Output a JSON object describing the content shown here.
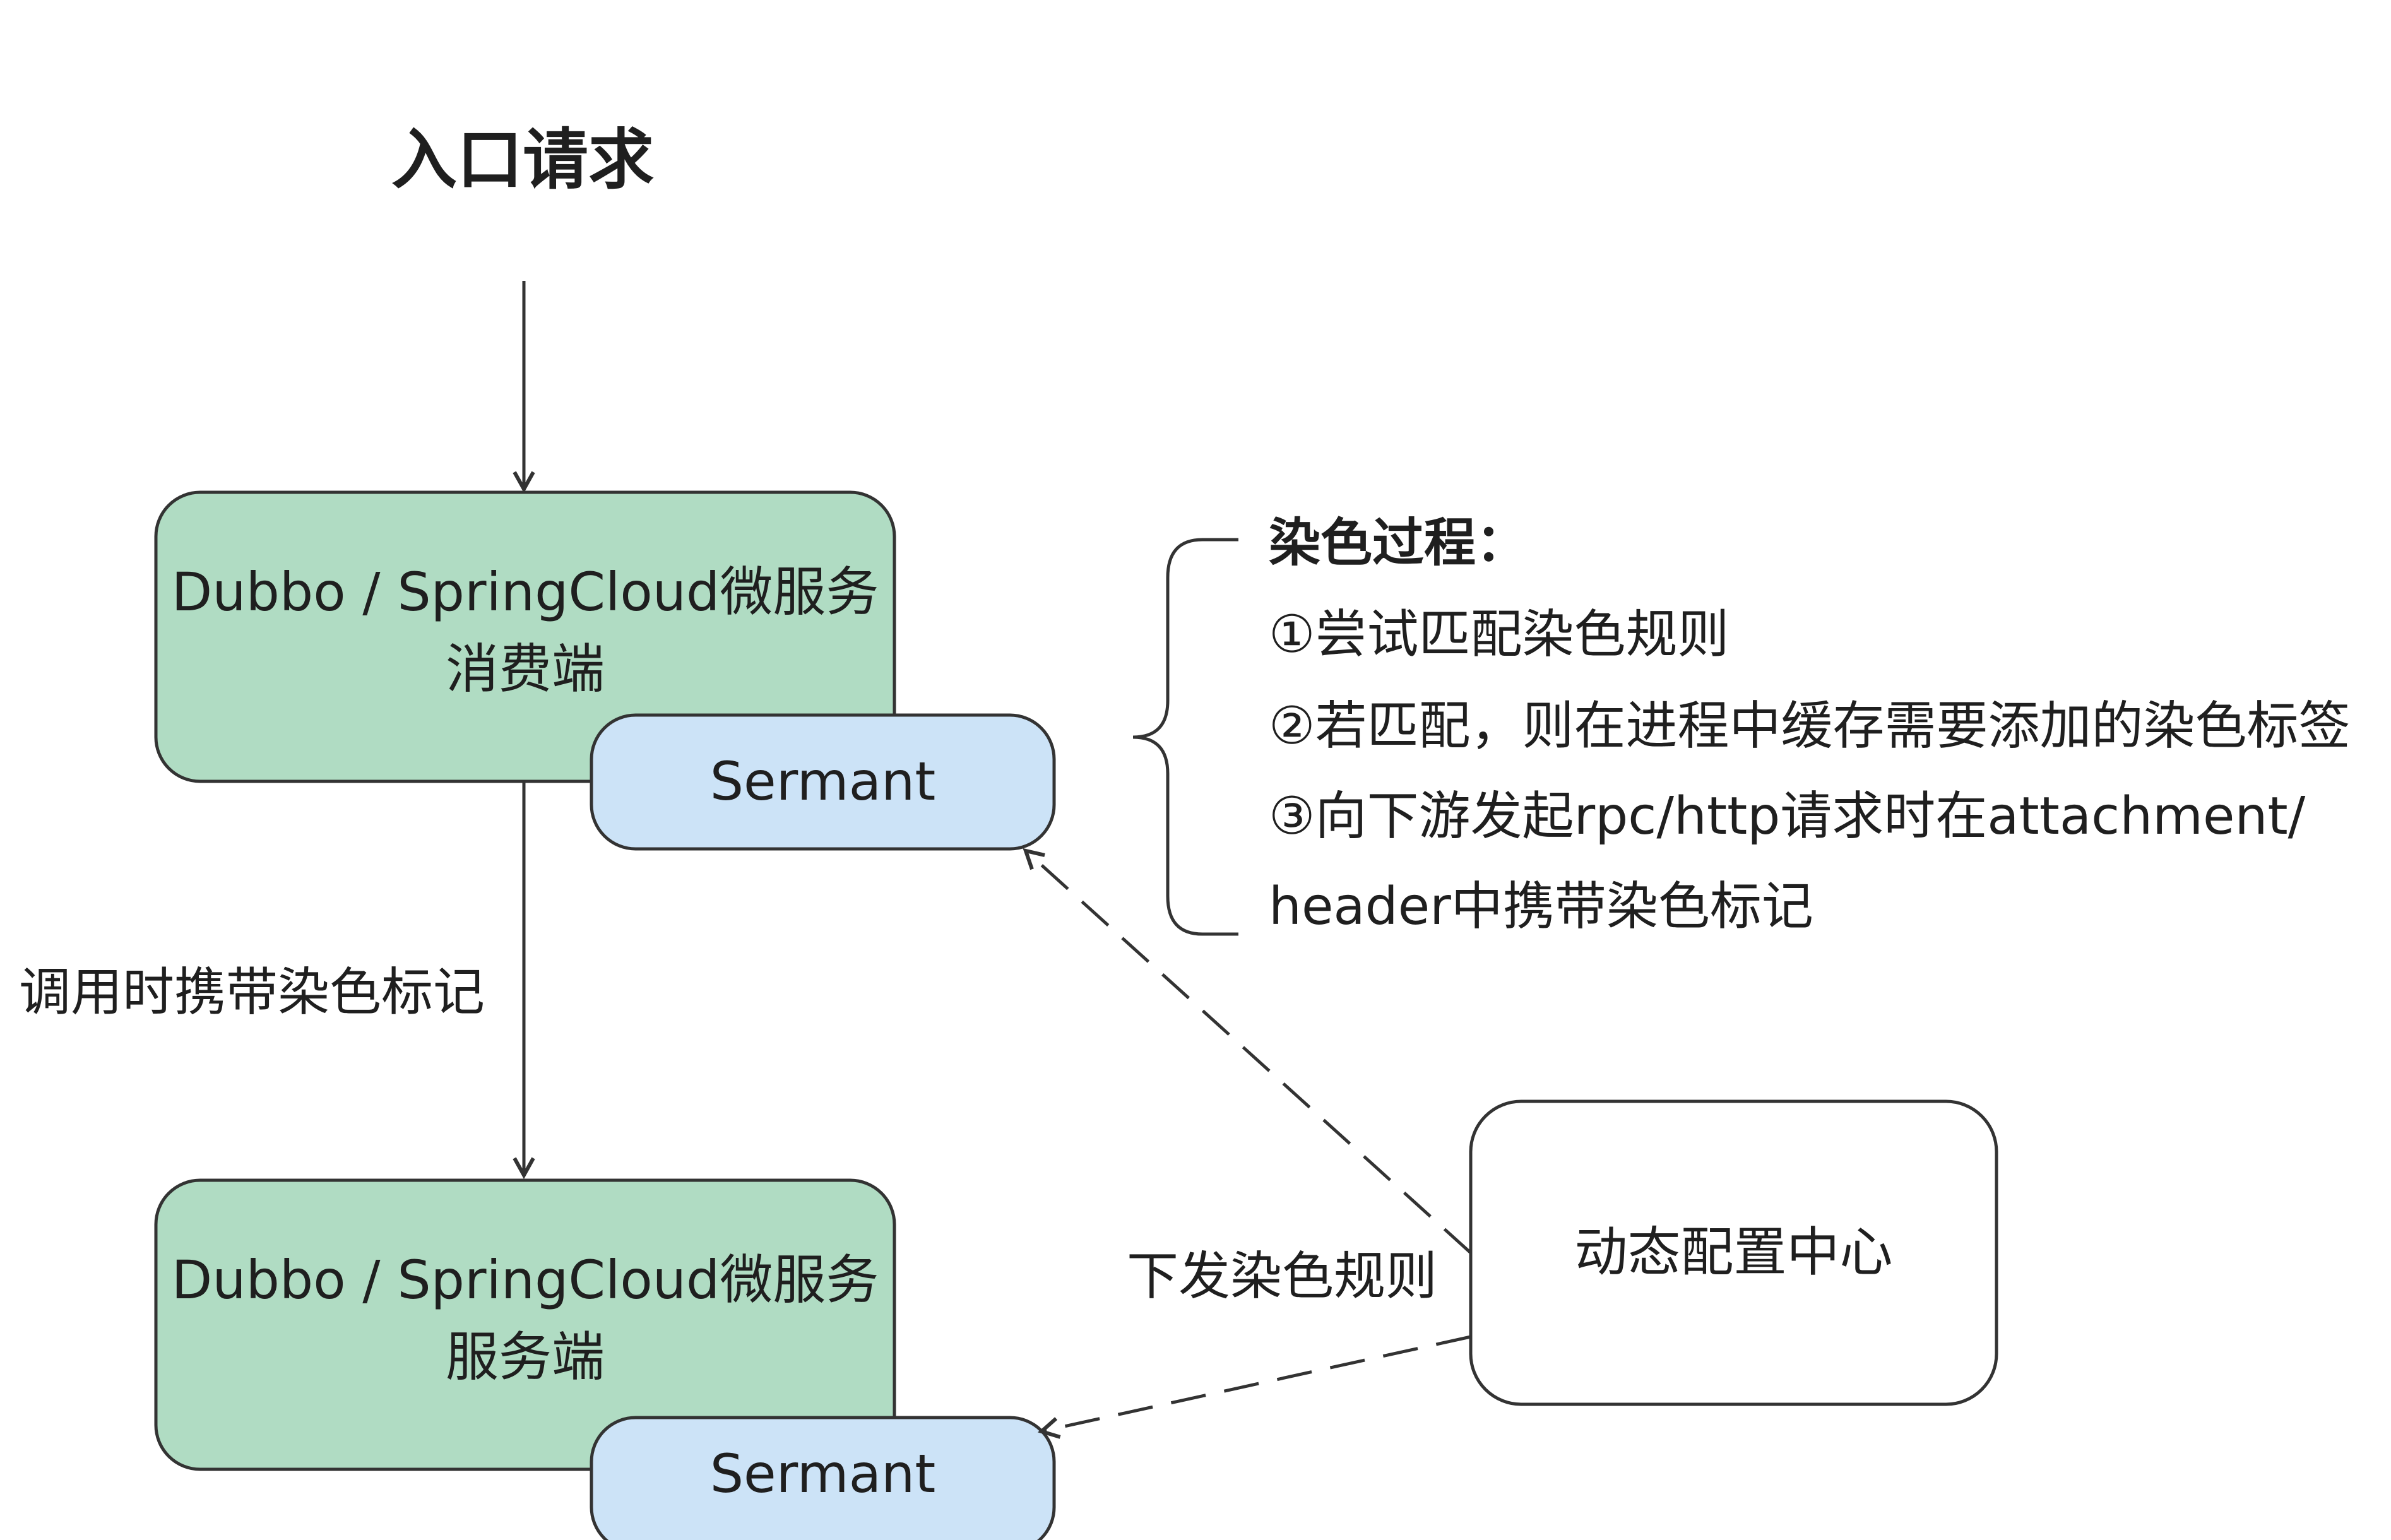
{
  "diagram": {
    "entry_request": "入口请求",
    "consumer": {
      "line1": "Dubbo / SpringCloud微服务",
      "line2": "消费端",
      "agent": "Sermant"
    },
    "provider": {
      "line1": "Dubbo / SpringCloud微服务",
      "line2": "服务端",
      "agent": "Sermant"
    },
    "call_label": "调用时携带染色标记",
    "config_center": "动态配置中心",
    "push_rule_label": "下发染色规则",
    "process": {
      "heading": "染色过程：",
      "step1": "①尝试匹配染色规则",
      "step2": "②若匹配，则在进程中缓存需要添加的染色标签",
      "step3a": "③向下游发起rpc/http请求时在attachment/",
      "step3b": "header中携带染色标记"
    }
  },
  "colors": {
    "service_box": "#b0dcc3",
    "agent_box": "#cce3f7",
    "config_box": "#ffffff",
    "stroke": "#333333"
  }
}
